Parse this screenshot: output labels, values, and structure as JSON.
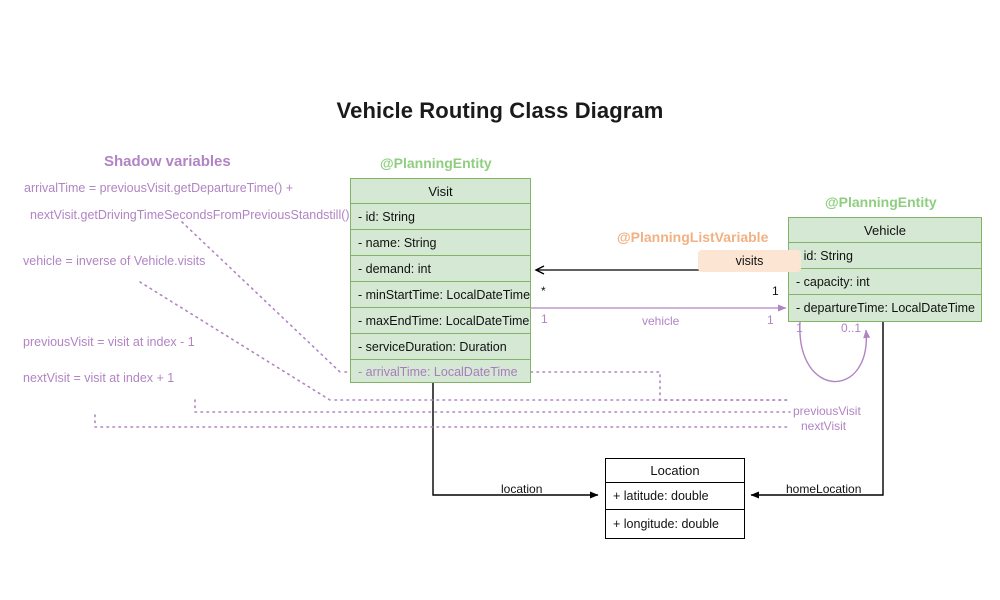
{
  "title": "Vehicle Routing Class Diagram",
  "shadow_panel": {
    "heading": "Shadow variables",
    "lines": [
      "arrivalTime = previousVisit.getDepartureTime() +",
      "nextVisit.getDrivingTimeSecondsFromPreviousStandstill()",
      "vehicle = inverse of Vehicle.visits",
      "previousVisit = visit at index - 1",
      "nextVisit = visit at index + 1"
    ]
  },
  "classes": {
    "visit": {
      "stereotype": "@PlanningEntity",
      "name": "Visit",
      "attributes": [
        "- id: String",
        "- name: String",
        "- demand: int",
        "- minStartTime: LocalDateTime",
        "- maxEndTime: LocalDateTime",
        "- serviceDuration: Duration"
      ],
      "shadow_attributes": [
        "- arrivalTime: LocalDateTime"
      ]
    },
    "vehicle": {
      "stereotype": "@PlanningEntity",
      "name": "Vehicle",
      "attributes": [
        "- id: String",
        "- capacity: int",
        "- departureTime: LocalDateTime"
      ]
    },
    "location": {
      "name": "Location",
      "attributes": [
        "+ latitude: double",
        "+ longitude: double"
      ]
    }
  },
  "annotations": {
    "planning_list_variable": "@PlanningListVariable",
    "visits_badge": "visits"
  },
  "relations": {
    "visits": {
      "label": "visits",
      "source_mult": "1",
      "target_mult": "*"
    },
    "vehicle": {
      "label": "vehicle",
      "source_mult": "1",
      "target_mult": "1"
    },
    "self_loop": {
      "left_mult": "1",
      "right_mult": "0..1"
    },
    "previous_visit": {
      "label": "previousVisit"
    },
    "next_visit": {
      "label": "nextVisit"
    },
    "location": {
      "label": "location"
    },
    "home_location": {
      "label": "homeLocation"
    }
  },
  "colors": {
    "entity_fill": "#d5e8d4",
    "entity_stroke": "#82b366",
    "stereotype_green": "#8fce7f",
    "stereotype_orange": "#f2b183",
    "badge_fill": "#fce5d2",
    "shadow_purple": "#b184c4",
    "text_black": "#111111"
  }
}
